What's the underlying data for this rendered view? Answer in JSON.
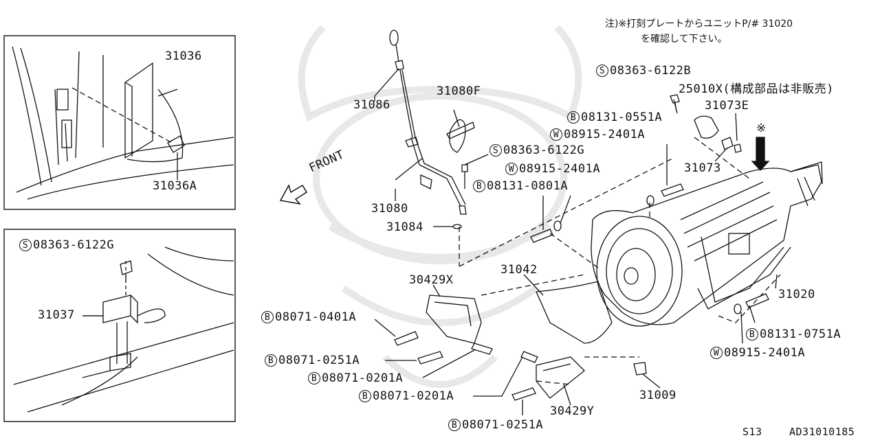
{
  "note": {
    "line1": "注)※打刻プレートからユニットP/# 31020",
    "line2": "を確認して下さい。"
  },
  "front_label": "FRONT",
  "labels": {
    "p31036": "31036",
    "p31036A": "31036A",
    "p31037": "31037",
    "inset_bolt": "08363-6122G",
    "p31086": "31086",
    "p31080F": "31080F",
    "p31080": "31080",
    "p31084": "31084",
    "s_6122G": "08363-6122G",
    "w_2401A_a": "08915-2401A",
    "b_0801A": "08131-0801A",
    "s_6122B": "08363-6122B",
    "p25010X": "25010X(構成部品は非販売)",
    "p31073E": "31073E",
    "b_0551A": "08131-0551A",
    "w_2401A_b": "08915-2401A",
    "p31073": "31073",
    "mark": "※",
    "p30429X": "30429X",
    "p31042": "31042",
    "b_0401A": "08071-0401A",
    "b_0251A_a": "08071-0251A",
    "b_0201A_a": "08071-0201A",
    "b_0201A_b": "08071-0201A",
    "b_0251A_b": "08071-0251A",
    "p30429Y": "30429Y",
    "p31009": "31009",
    "p31020": "31020",
    "b_0751A": "08131-0751A",
    "w_2401A_c": "08915-2401A"
  },
  "prefix": {
    "S": "S",
    "W": "W",
    "B": "B"
  },
  "footer": {
    "section": "S13",
    "code": "AD31010185"
  }
}
